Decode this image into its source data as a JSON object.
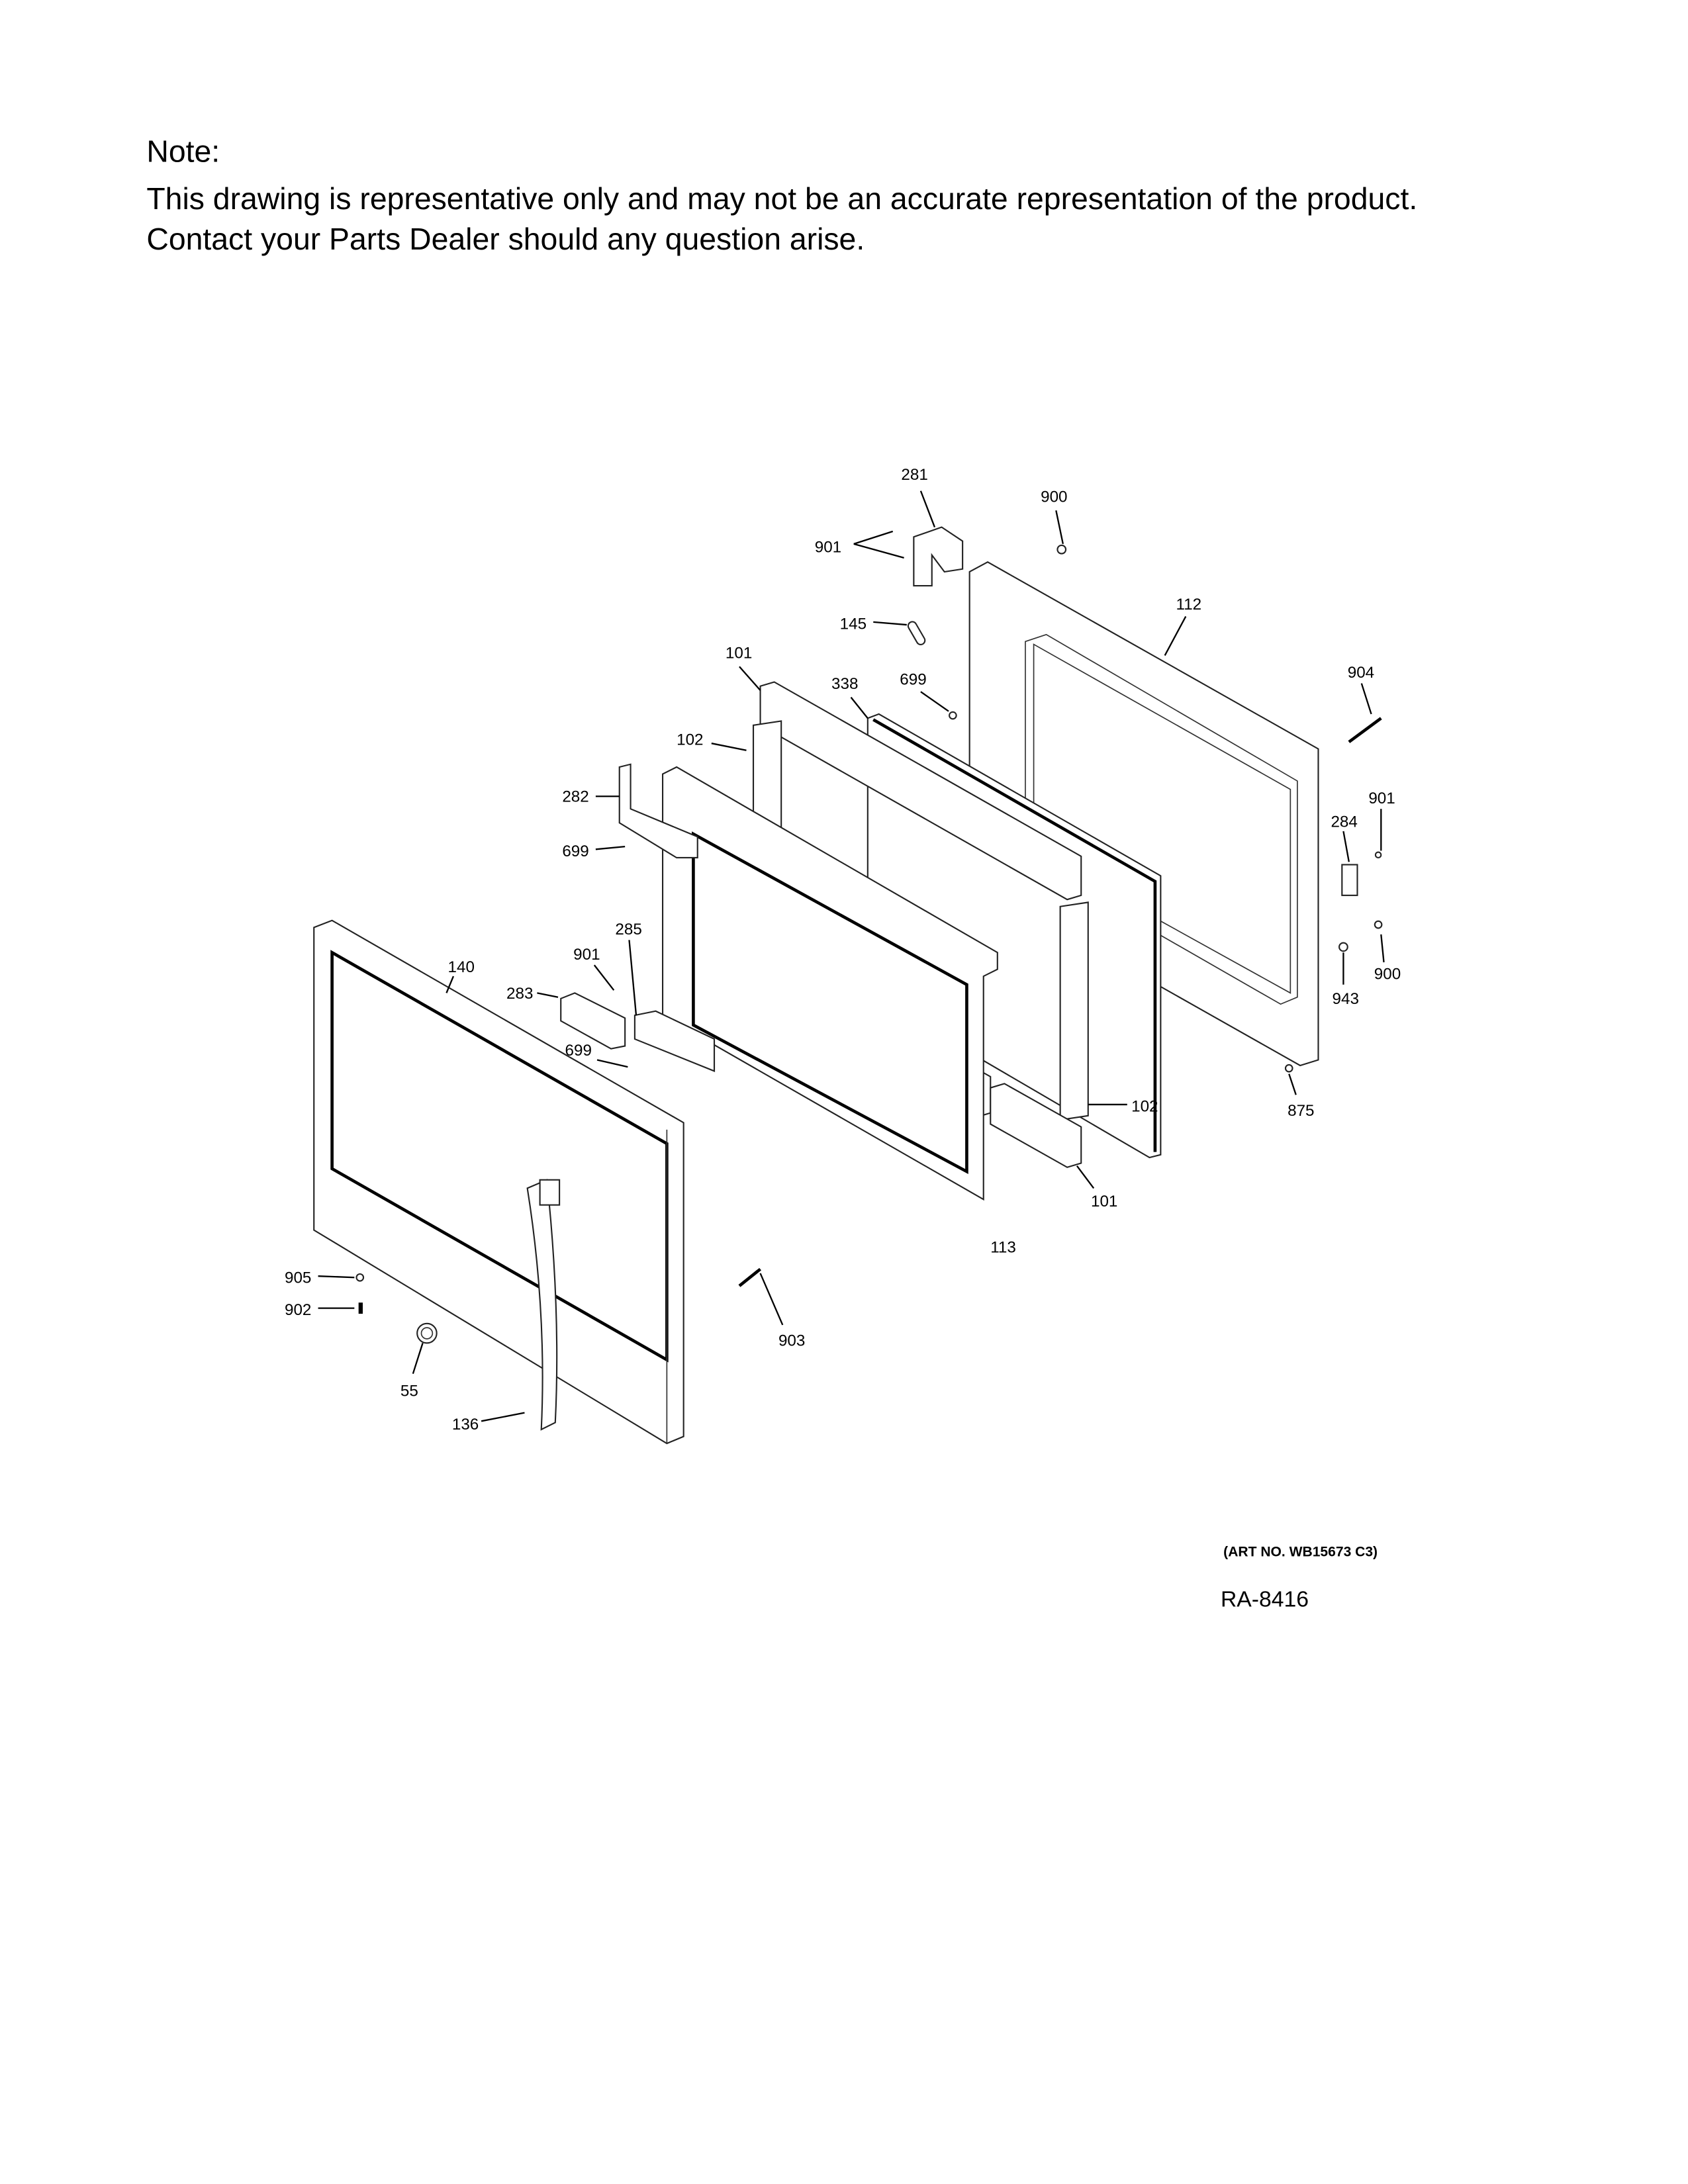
{
  "note": {
    "heading": "Note:",
    "line1": "This drawing is representative only and may not be an accurate representation of the product.",
    "line2": "Contact your Parts Dealer should any question arise."
  },
  "art_number": "(ART NO. WB15673 C3)",
  "drawing_id": "RA-8416",
  "callouts": {
    "c281": "281",
    "c900a": "900",
    "c901a": "901",
    "c145": "145",
    "c112": "112",
    "c101a": "101",
    "c338": "338",
    "c699a": "699",
    "c904": "904",
    "c102a": "102",
    "c282": "282",
    "c901b": "901",
    "c284": "284",
    "c699b": "699",
    "c285": "285",
    "c901c": "901",
    "c140": "140",
    "c283": "283",
    "c699c": "699",
    "c900b": "900",
    "c943": "943",
    "c102b": "102",
    "c875": "875",
    "c101b": "101",
    "c113": "113",
    "c905": "905",
    "c902": "902",
    "c903": "903",
    "c55": "55",
    "c136": "136"
  }
}
